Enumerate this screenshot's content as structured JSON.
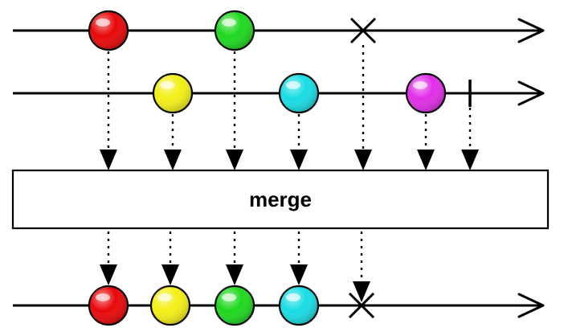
{
  "operator": {
    "label": "merge"
  },
  "colors": {
    "red": "#e8080a",
    "green": "#1fd81f",
    "yellow": "#f3ef17",
    "cyan": "#18dde4",
    "magenta": "#e22ee8"
  },
  "inputs": [
    {
      "events": [
        {
          "kind": "marble",
          "color": "red"
        },
        {
          "kind": "marble",
          "color": "green"
        },
        {
          "kind": "error"
        }
      ]
    },
    {
      "events": [
        {
          "kind": "marble",
          "color": "yellow"
        },
        {
          "kind": "marble",
          "color": "cyan"
        },
        {
          "kind": "marble",
          "color": "magenta"
        },
        {
          "kind": "complete"
        }
      ]
    }
  ],
  "output": {
    "events": [
      {
        "kind": "marble",
        "color": "red"
      },
      {
        "kind": "marble",
        "color": "yellow"
      },
      {
        "kind": "marble",
        "color": "green"
      },
      {
        "kind": "marble",
        "color": "cyan"
      },
      {
        "kind": "error"
      }
    ]
  }
}
